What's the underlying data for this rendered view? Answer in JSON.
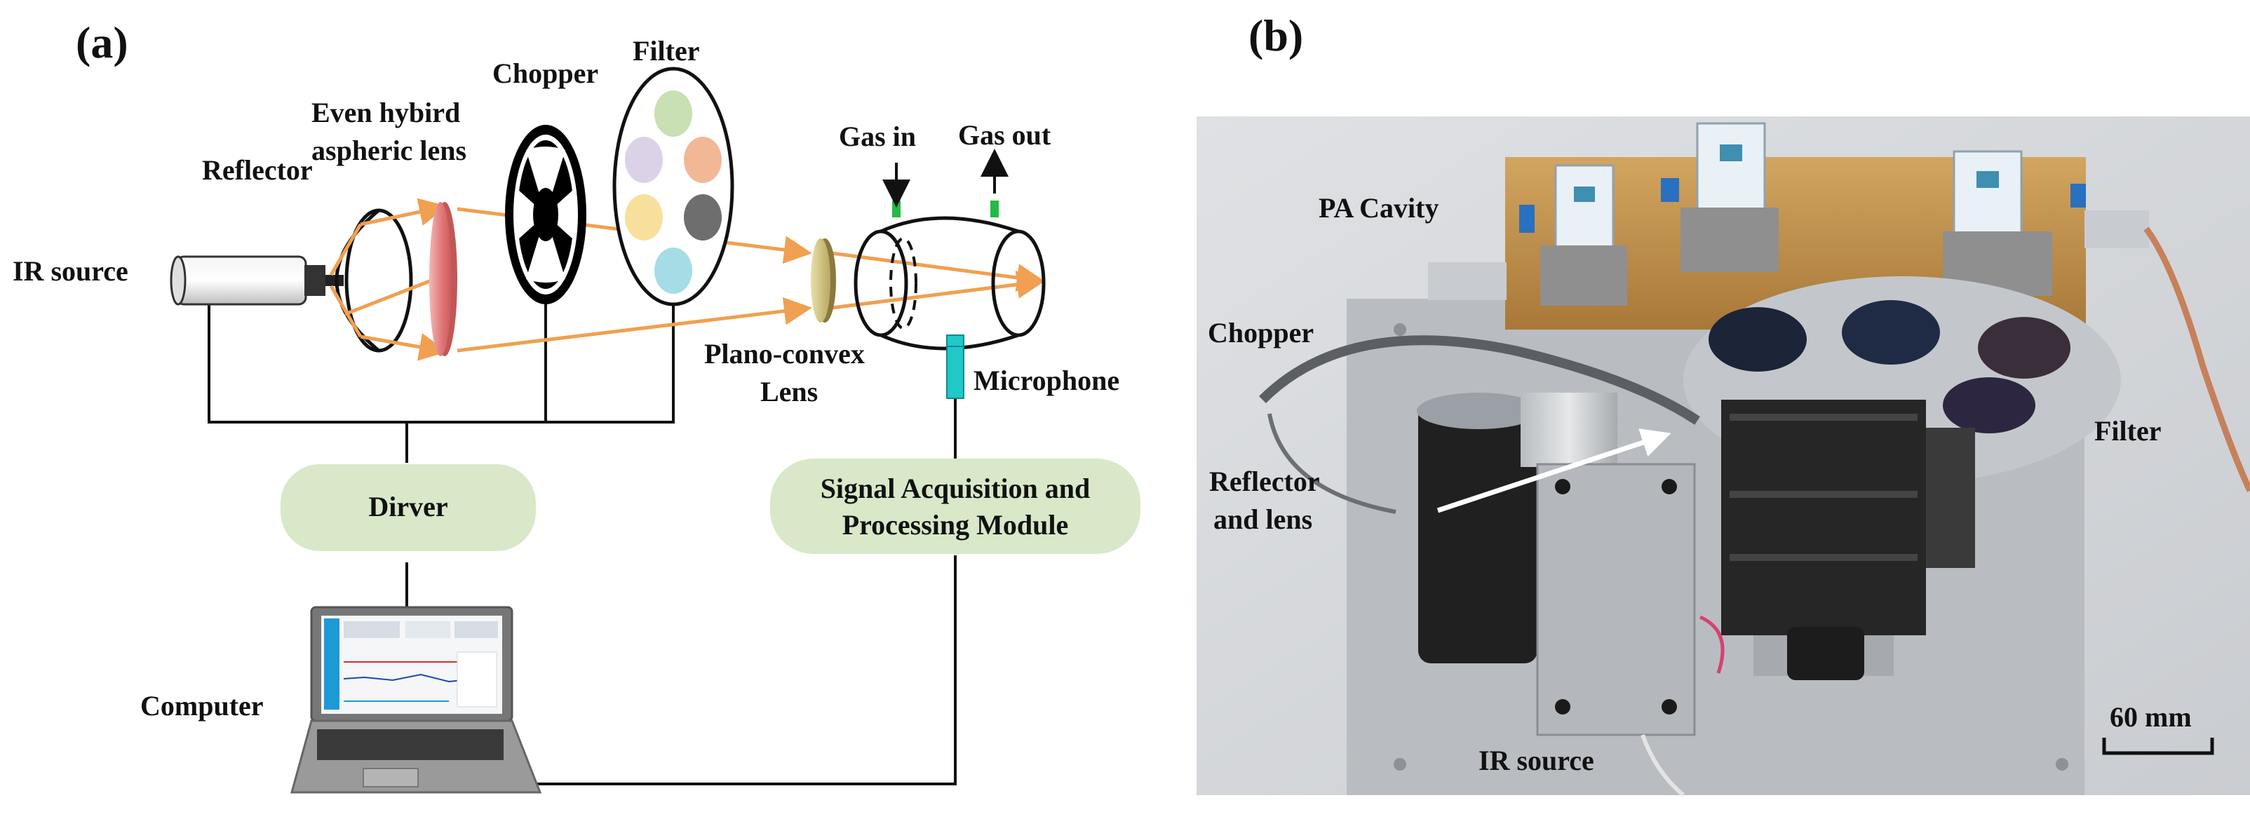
{
  "panel_a": {
    "label": "(a)",
    "components": {
      "ir_source": "IR source",
      "reflector": "Reflector",
      "lens_line1": "Even hybird",
      "lens_line2": "aspheric lens",
      "chopper": "Chopper",
      "filter": "Filter",
      "gas_in": "Gas in",
      "gas_out": "Gas out",
      "plano_line1": "Plano-convex",
      "plano_line2": "Lens",
      "microphone": "Microphone",
      "computer": "Computer"
    },
    "boxes": {
      "driver": "Dirver",
      "signal_line1": "Signal Acquisition and",
      "signal_line2": "Processing Module"
    },
    "colors": {
      "beam": "#f0a050",
      "box_fill": "#d8e8c8",
      "gas_port": "#22bb44",
      "microphone": "#20c8c8"
    }
  },
  "panel_b": {
    "label": "(b)",
    "labels": {
      "pa_cavity": "PA Cavity",
      "chopper": "Chopper",
      "filter": "Filter",
      "reflector_line1": "Reflector",
      "reflector_line2": "and lens",
      "ir_source": "IR source"
    },
    "scale_bar": "60 mm"
  }
}
